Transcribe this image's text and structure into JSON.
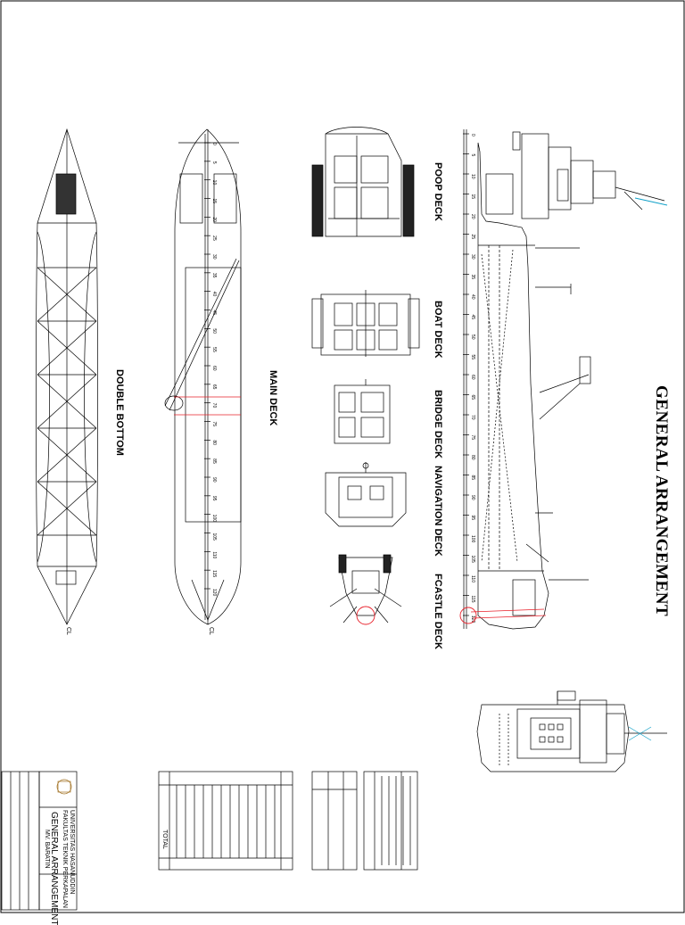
{
  "drawing": {
    "title": "GENERAL ARRANGEMENT",
    "views": {
      "poop_deck": "POOP DECK",
      "boat_deck": "BOAT DECK",
      "bridge_deck": "BRIDGE DECK",
      "navigation_deck": "NAVIGATION DECK",
      "fcastle_deck": "FCASTLE DECK",
      "main_deck": "MAIN DECK",
      "double_bottom": "DOUBLE BOTTOM"
    },
    "ruler_marks": [
      "0",
      "5",
      "10",
      "15",
      "20",
      "25",
      "30",
      "35",
      "40",
      "45",
      "50",
      "55",
      "60",
      "65",
      "70",
      "75",
      "80",
      "85",
      "90",
      "95",
      "100",
      "105",
      "110",
      "115",
      "120"
    ],
    "centerline_label": "CL"
  },
  "title_block": {
    "university": "UNIVERSITAS HASANUDDIN",
    "faculty": "FAKULTAS TEKNIK PERKAPALAN",
    "sheet_title": "GENERAL ARRANGEMENT",
    "vessel": "MV. BARATIN"
  },
  "tables": {
    "equipment_total_label": "TOTAL"
  },
  "colors": {
    "line": "#000000",
    "highlight": "#e8202a",
    "accent": "#0fa0c8"
  }
}
